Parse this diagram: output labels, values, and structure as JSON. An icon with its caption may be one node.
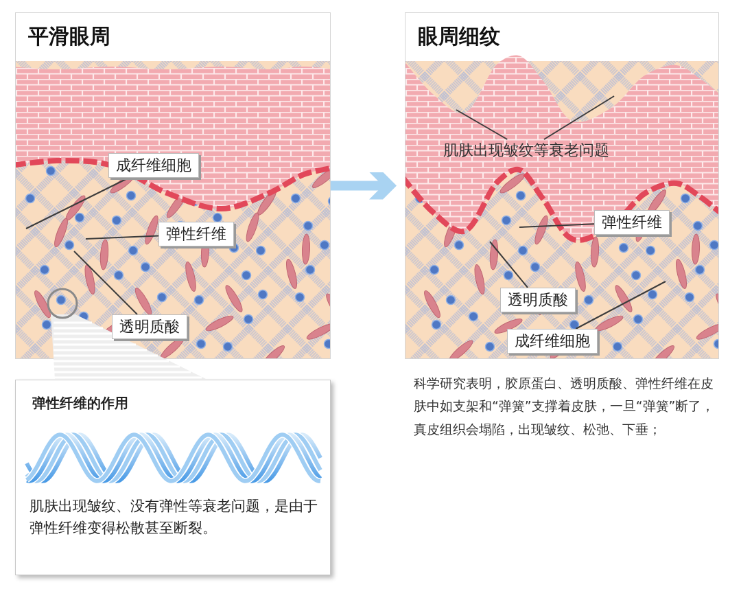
{
  "diagram": {
    "nodes": [
      {
        "text": [
          "平滑眼周"
        ]
      },
      {
        "text": [
          "成纤维细胞"
        ],
        "in": 0
      },
      {
        "text": [
          "弹性纤维"
        ],
        "in": 0
      },
      {
        "text": [
          "透明质酸"
        ],
        "in": 0
      },
      {
        "text": [
          "眼周细纹"
        ]
      },
      {
        "text": [
          "肌肤出现皱纹等衰老问题"
        ],
        "in": 4
      },
      {
        "text": [
          "弹性纤维"
        ],
        "in": 4
      },
      {
        "text": [
          "透明质酸"
        ],
        "in": 4
      },
      {
        "text": [
          "成纤维细胞"
        ],
        "in": 4
      },
      {
        "text": [
          "弹性纤维的作用",
          "肌肤出现皱纹、没有弹性等衰老问题，是由于弹性纤维变得松散甚至断裂。"
        ]
      }
    ],
    "edges": [
      {
        "from": 0,
        "to": 4,
        "arrow": "to",
        "style": "thick",
        "color": "#a9d3f2"
      },
      {
        "from": 1,
        "to": null,
        "arrow": "none"
      },
      {
        "from": 2,
        "to": null,
        "arrow": "none"
      },
      {
        "from": 3,
        "to": null,
        "arrow": "none"
      },
      {
        "from": 5,
        "to": null,
        "arrow": "none"
      },
      {
        "from": 5,
        "to": null,
        "arrow": "none"
      },
      {
        "from": 6,
        "to": null,
        "arrow": "none"
      },
      {
        "from": 7,
        "to": null,
        "arrow": "none"
      },
      {
        "from": 8,
        "to": null,
        "arrow": "none"
      }
    ],
    "labels": [
      "科学研究表明，胶原蛋白、透明质酸、弹性纤维在皮肤中如支架和“弹簧”支撑着皮肤，一旦“弹簧”断了，真皮组织会塌陷，出现皱纹、松弛、下垂；"
    ]
  }
}
